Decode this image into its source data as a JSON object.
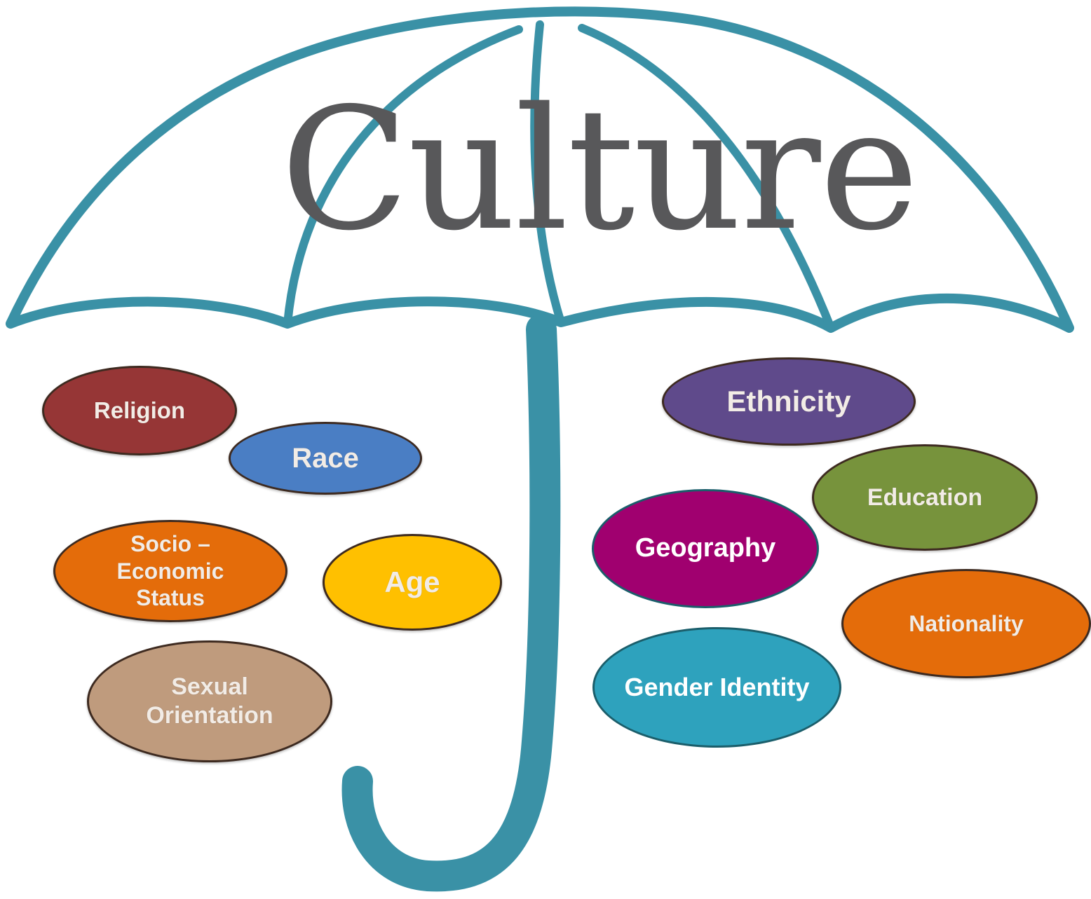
{
  "title": "Culture",
  "colors": {
    "umbrella": "#3a91a6",
    "title_text": "#58585a",
    "religion": "#963636",
    "race": "#4a7ec4",
    "socio_economic": "#e46c0a",
    "age": "#ffc000",
    "sexual_orientation": "#bf9b7d",
    "ethnicity": "#5f4a8b",
    "education": "#77933c",
    "geography": "#a0006f",
    "nationality": "#e46c0a",
    "gender_identity": "#2ea2bd"
  },
  "bubbles": {
    "religion": "Religion",
    "race": "Race",
    "socio_economic": [
      "Socio –",
      "Economic",
      "Status"
    ],
    "age": "Age",
    "sexual_orientation": [
      "Sexual",
      "Orientation"
    ],
    "ethnicity": "Ethnicity",
    "education": "Education",
    "geography": "Geography",
    "nationality": "Nationality",
    "gender_identity": "Gender Identity"
  }
}
